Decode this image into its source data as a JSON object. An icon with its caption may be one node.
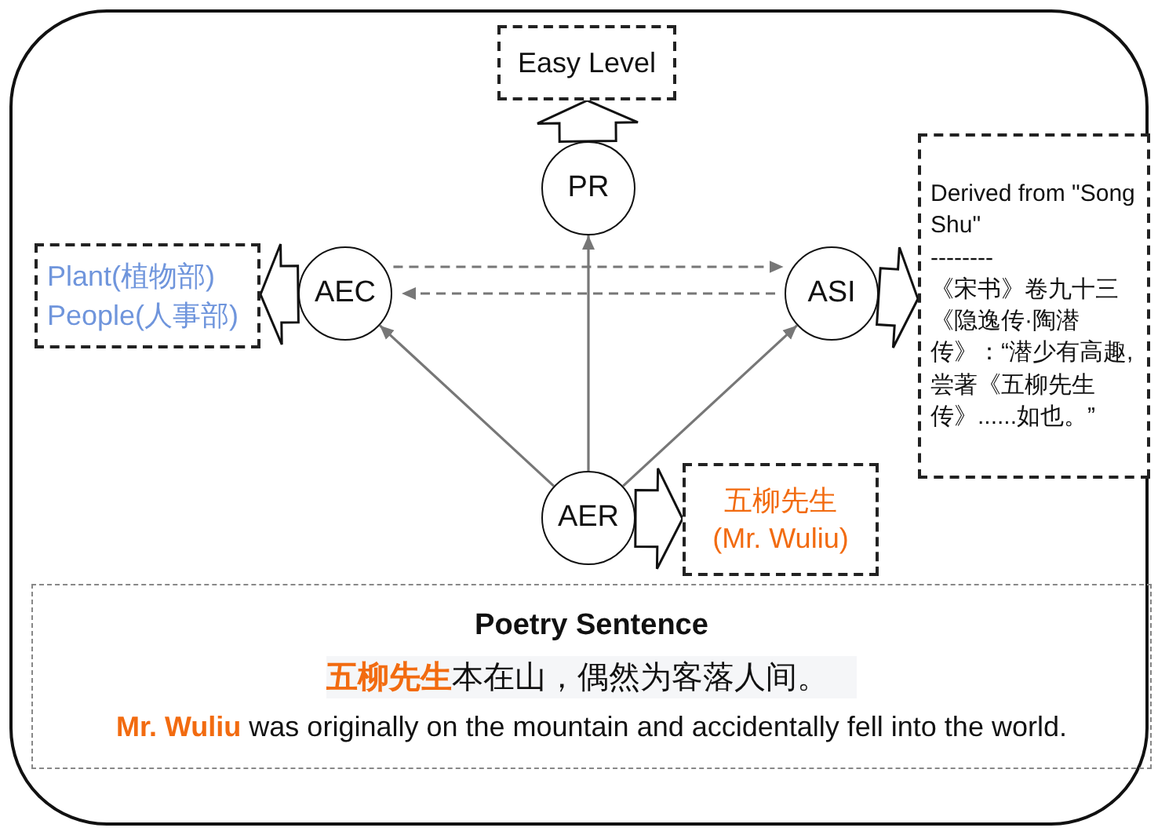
{
  "diagram": {
    "nodes": [
      {
        "text": [
          "Easy Level"
        ]
      },
      {
        "text": [
          "PR"
        ]
      },
      {
        "text": [
          "Plant(植物部)",
          "People(人事部)"
        ]
      },
      {
        "text": [
          "AEC"
        ]
      },
      {
        "text": [
          "ASI"
        ]
      },
      {
        "text": [
          "Derived from \"Song Shu\"",
          "--------",
          "《宋书》卷九十三《隐逸传·陶潜传》：“潜少有高趣,尝著《五柳先生传》......如也。”"
        ]
      },
      {
        "text": [
          "AER"
        ]
      },
      {
        "text": [
          "五柳先生",
          "(Mr. Wuliu)"
        ]
      },
      {
        "text": [
          "Poetry Sentence",
          "**五柳先生**本在山，偶然为客落人间。",
          "**Mr. Wuliu** was originally on the mountain and accidentally fell into the world."
        ]
      }
    ],
    "edges": [
      {
        "from": 1,
        "to": 0,
        "arrow": "to",
        "style": "thick"
      },
      {
        "from": 3,
        "to": 2,
        "arrow": "to",
        "style": "thick"
      },
      {
        "from": 4,
        "to": 5,
        "arrow": "to",
        "style": "thick"
      },
      {
        "from": 6,
        "to": 7,
        "arrow": "to",
        "style": "thick"
      },
      {
        "from": 6,
        "to": 1,
        "arrow": "to"
      },
      {
        "from": 6,
        "to": 3,
        "arrow": "to"
      },
      {
        "from": 6,
        "to": 4,
        "arrow": "to"
      },
      {
        "from": 3,
        "to": 4,
        "arrow": "to",
        "style": "dashed"
      },
      {
        "from": 4,
        "to": 3,
        "arrow": "to",
        "style": "dashed"
      }
    ]
  }
}
